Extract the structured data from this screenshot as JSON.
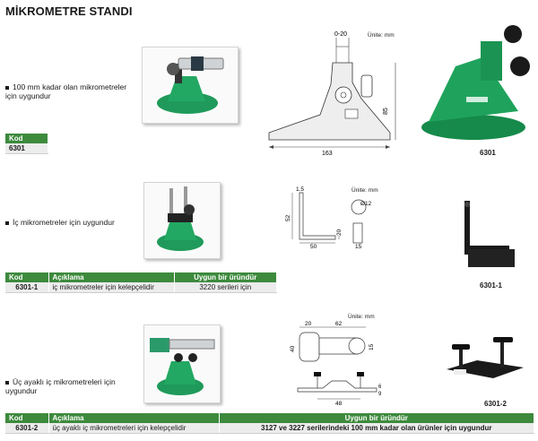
{
  "page": {
    "title": "MİKROMETRE STANDI"
  },
  "colors": {
    "green": "#3d8a3d",
    "product_green": "#1f9a5a",
    "row": "#ececec"
  },
  "section1": {
    "bullet": "100 mm kadar olan mikrometreler için uygundur",
    "unit": "Ünite: mm",
    "dims": {
      "range": "0-20",
      "width": "163",
      "height": "85"
    },
    "product_label": "6301",
    "table": {
      "header": "Kod",
      "code": "6301"
    }
  },
  "section2": {
    "bullet": "İç mikrometreler için uygundur",
    "unit": "Ünite: mm",
    "dims": {
      "a": "1.5",
      "b": "52",
      "c": "20",
      "d": "50",
      "e": "15",
      "f": "Ø12"
    },
    "product_label": "6301-1",
    "table": {
      "headers": [
        "Kod",
        "Açıklama",
        "Uygun bir üründür"
      ],
      "row": [
        "6301-1",
        "iç mikrometreler için kelepçelidir",
        "3220 serileri için"
      ]
    }
  },
  "section3": {
    "bullet": "Üç ayaklı iç mikrometreleri için uygundur",
    "unit": "Ünite: mm",
    "dims": {
      "a": "20",
      "b": "62",
      "c": "40",
      "d": "15",
      "e": "48",
      "f": "6",
      "g": "9"
    },
    "product_label": "6301-2",
    "table": {
      "headers": [
        "Kod",
        "Açıklama",
        "Uygun bir üründür"
      ],
      "row": [
        "6301-2",
        "üç ayaklı iç mikrometreleri için kelepçelidir",
        "3127 ve 3227 serilerindeki 100 mm kadar olan ürünler için uygundur"
      ]
    }
  }
}
